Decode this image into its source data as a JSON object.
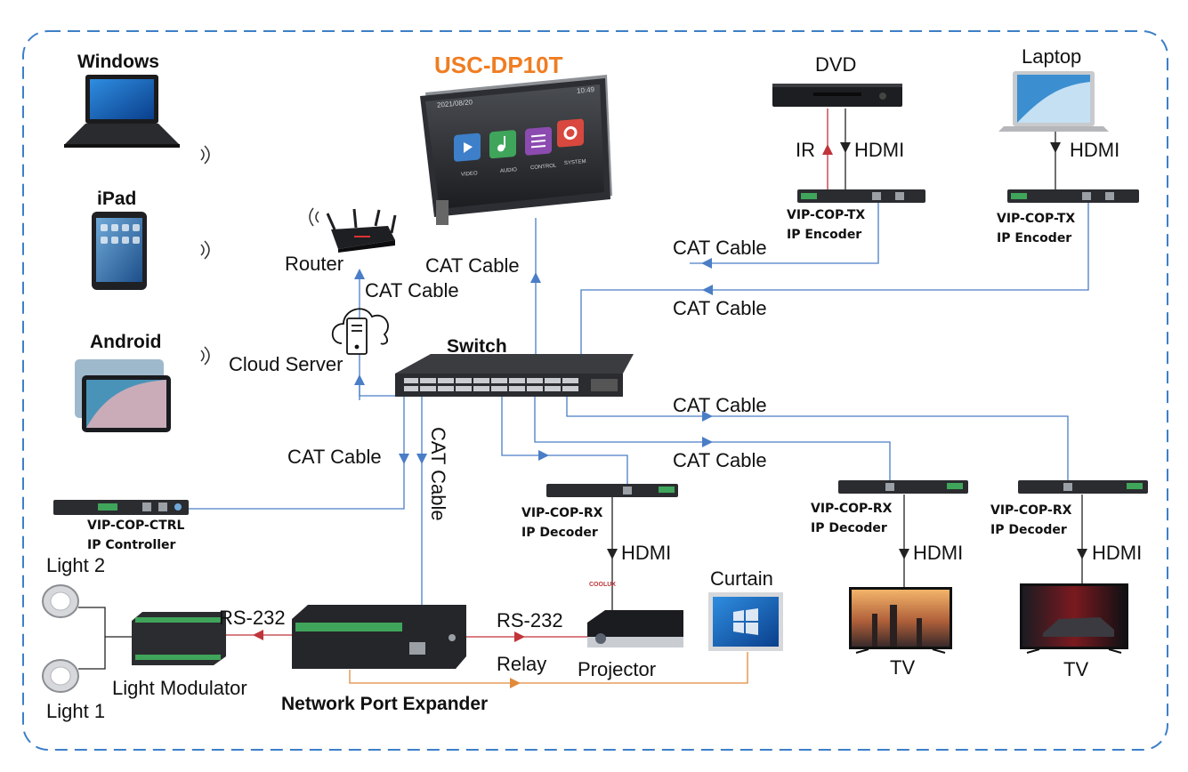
{
  "title": "USC-DP10T",
  "clients": {
    "windows": "Windows",
    "ipad": "iPad",
    "android": "Android"
  },
  "router_label": "Router",
  "cloud_label": "Cloud Server",
  "switch_label": "Switch",
  "cable": "CAT Cable",
  "hdmi": "HDMI",
  "ir": "IR",
  "rs232": "RS-232",
  "relay": "Relay",
  "sources": {
    "dvd": "DVD",
    "laptop": "Laptop"
  },
  "encoder": {
    "model": "VIP-COP-TX",
    "desc": "IP Encoder"
  },
  "decoder": {
    "model": "VIP-COP-RX",
    "desc": "IP Decoder"
  },
  "controller": {
    "model": "VIP-COP-CTRL",
    "desc": "IP Controller"
  },
  "panel": {
    "date": "2021/08/20",
    "time": "10:49",
    "tiles": [
      "VIDEO",
      "AUDIO",
      "CONTROL",
      "SYSTEM"
    ]
  },
  "projector_label": "Projector",
  "projector_brand": "COOLUX",
  "curtain_label": "Curtain",
  "tv_label": "TV",
  "expander_label": "Network Port Expander",
  "modulator_label": "Light Modulator",
  "lights": [
    "Light 2",
    "Light 1"
  ],
  "colors": {
    "blue": "#4a7ec6",
    "red": "#c0343a",
    "orange": "#e08a3c",
    "title": "#ef7d22",
    "border": "#3d7fc8"
  }
}
